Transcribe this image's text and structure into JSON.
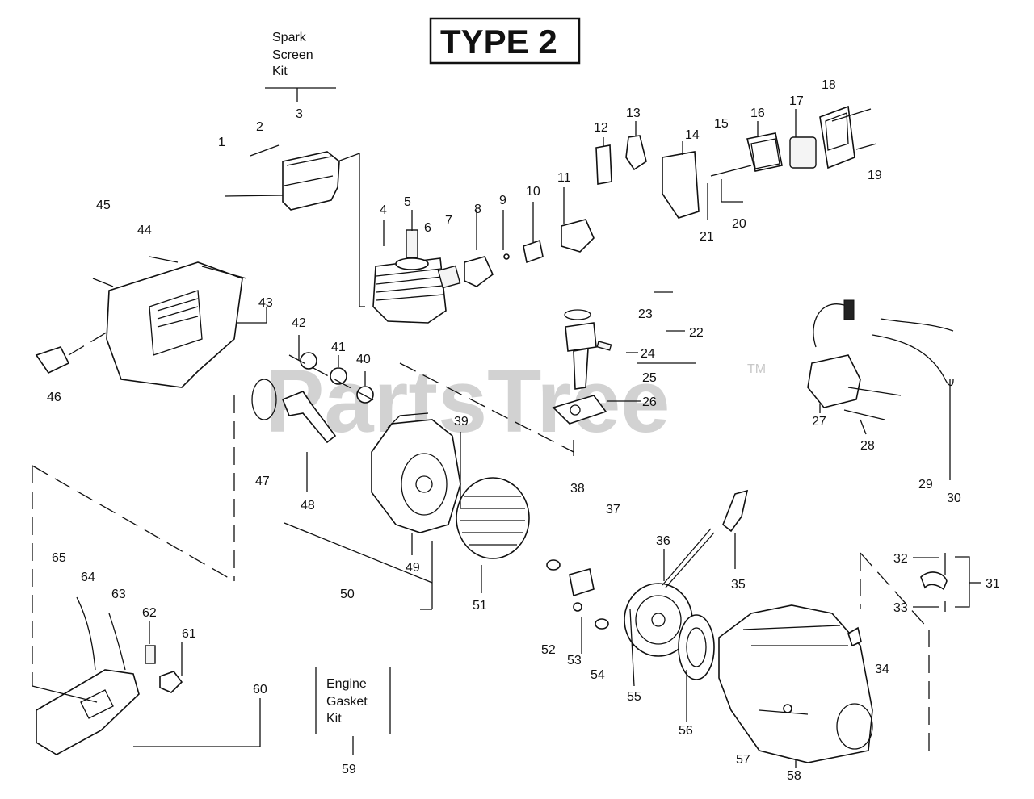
{
  "title": "TYPE 2",
  "watermark": "PartsTree",
  "watermark_tm": "TM",
  "kits": {
    "spark_screen": [
      "Spark",
      "Screen",
      "Kit"
    ],
    "engine_gasket": [
      "Engine",
      "Gasket",
      "Kit"
    ]
  },
  "callouts": [
    "1",
    "2",
    "3",
    "4",
    "5",
    "6",
    "7",
    "8",
    "9",
    "10",
    "11",
    "12",
    "13",
    "14",
    "15",
    "16",
    "17",
    "18",
    "19",
    "20",
    "21",
    "22",
    "23",
    "24",
    "25",
    "26",
    "27",
    "28",
    "29",
    "30",
    "31",
    "32",
    "33",
    "34",
    "35",
    "36",
    "37",
    "38",
    "39",
    "40",
    "41",
    "42",
    "43",
    "44",
    "45",
    "46",
    "47",
    "48",
    "49",
    "50",
    "51",
    "52",
    "53",
    "54",
    "55",
    "56",
    "57",
    "58",
    "59",
    "60",
    "61",
    "62",
    "63",
    "64",
    "65"
  ],
  "colors": {
    "ink": "#111111",
    "watermark": "#d2d2d2",
    "background": "#ffffff"
  }
}
